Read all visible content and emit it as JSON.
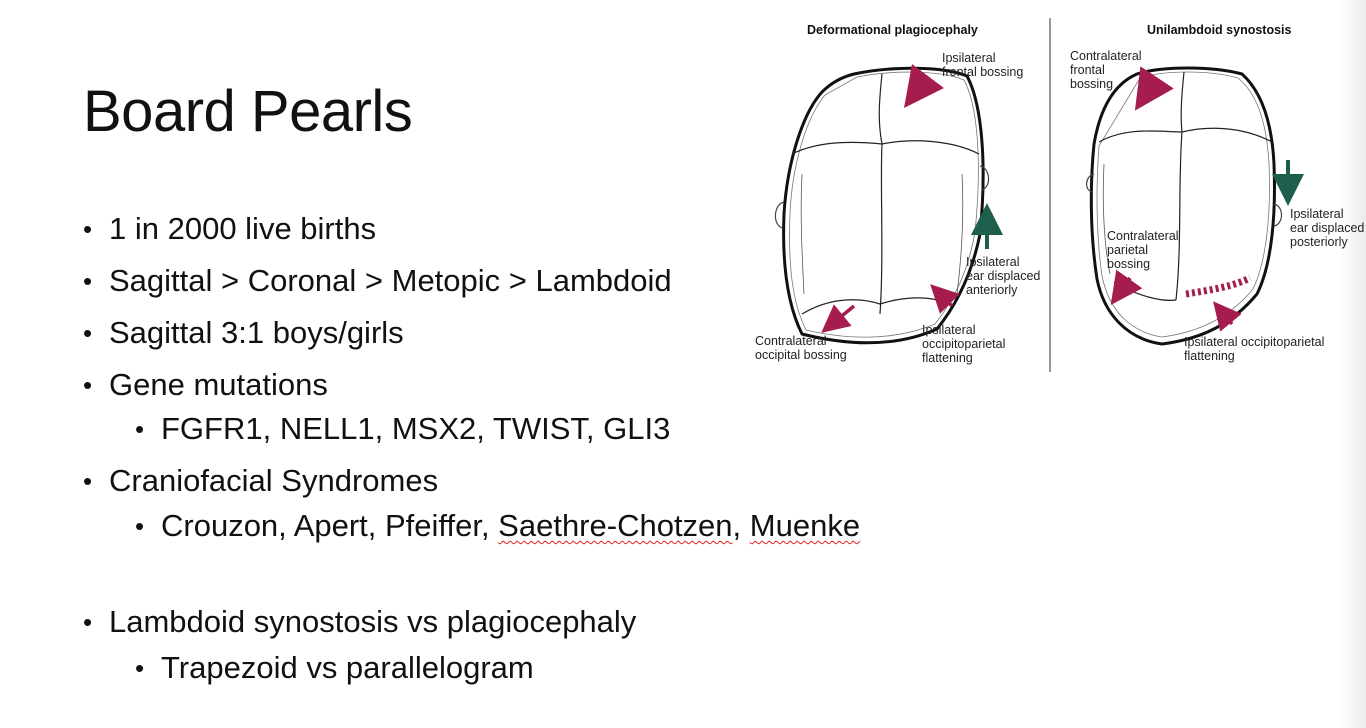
{
  "slide": {
    "title": "Board Pearls",
    "bullets": [
      {
        "level": 1,
        "text": "1 in 2000 live births"
      },
      {
        "level": 1,
        "text": "Sagittal > Coronal > Metopic > Lambdoid"
      },
      {
        "level": 1,
        "text": "Sagittal 3:1 boys/girls"
      },
      {
        "level": 1,
        "text": "Gene mutations"
      },
      {
        "level": 2,
        "text": "FGFR1, NELL1, MSX2, TWIST, GLI3"
      },
      {
        "level": 1,
        "text": "Craniofacial Syndromes"
      },
      {
        "level": 2,
        "text_plain": "Crouzon, Apert, Pfeiffer, ",
        "text_flagged_1": "Saethre-Chotzen",
        "text_sep": ", ",
        "text_flagged_2": "Muenke"
      },
      {
        "level": 1,
        "text": "Lambdoid synostosis vs plagiocephaly"
      },
      {
        "level": 2,
        "text": "Trapezoid vs parallelogram"
      }
    ]
  },
  "figure": {
    "left_panel": {
      "header": "Deformational plagiocephaly",
      "labels": {
        "frontal_1": "Ipsilateral",
        "frontal_2": "frontal bossing",
        "ear_1": "Ipsilateral",
        "ear_2": "ear displaced",
        "ear_3": "anteriorly",
        "occ_flat_1": "Ipsilateral",
        "occ_flat_2": "occipitoparietal",
        "occ_flat_3": "flattening",
        "contra_occ_1": "Contralateral",
        "contra_occ_2": "occipital bossing"
      }
    },
    "right_panel": {
      "header": "Unilambdoid synostosis",
      "labels": {
        "contra_front_1": "Contralateral",
        "contra_front_2": "frontal",
        "contra_front_3": "bossing",
        "contra_par_1": "Contralateral",
        "contra_par_2": "parietal",
        "contra_par_3": "bossing",
        "ear_1": "Ipsilateral",
        "ear_2": "ear displaced",
        "ear_3": "posteriorly",
        "occ_flat_1": "Ipsilateral occipitoparietal",
        "occ_flat_2": "flattening"
      }
    },
    "colors": {
      "arrow_magenta": "#a51d4e",
      "arrow_green": "#1d5e4c",
      "outline": "#111111"
    }
  }
}
